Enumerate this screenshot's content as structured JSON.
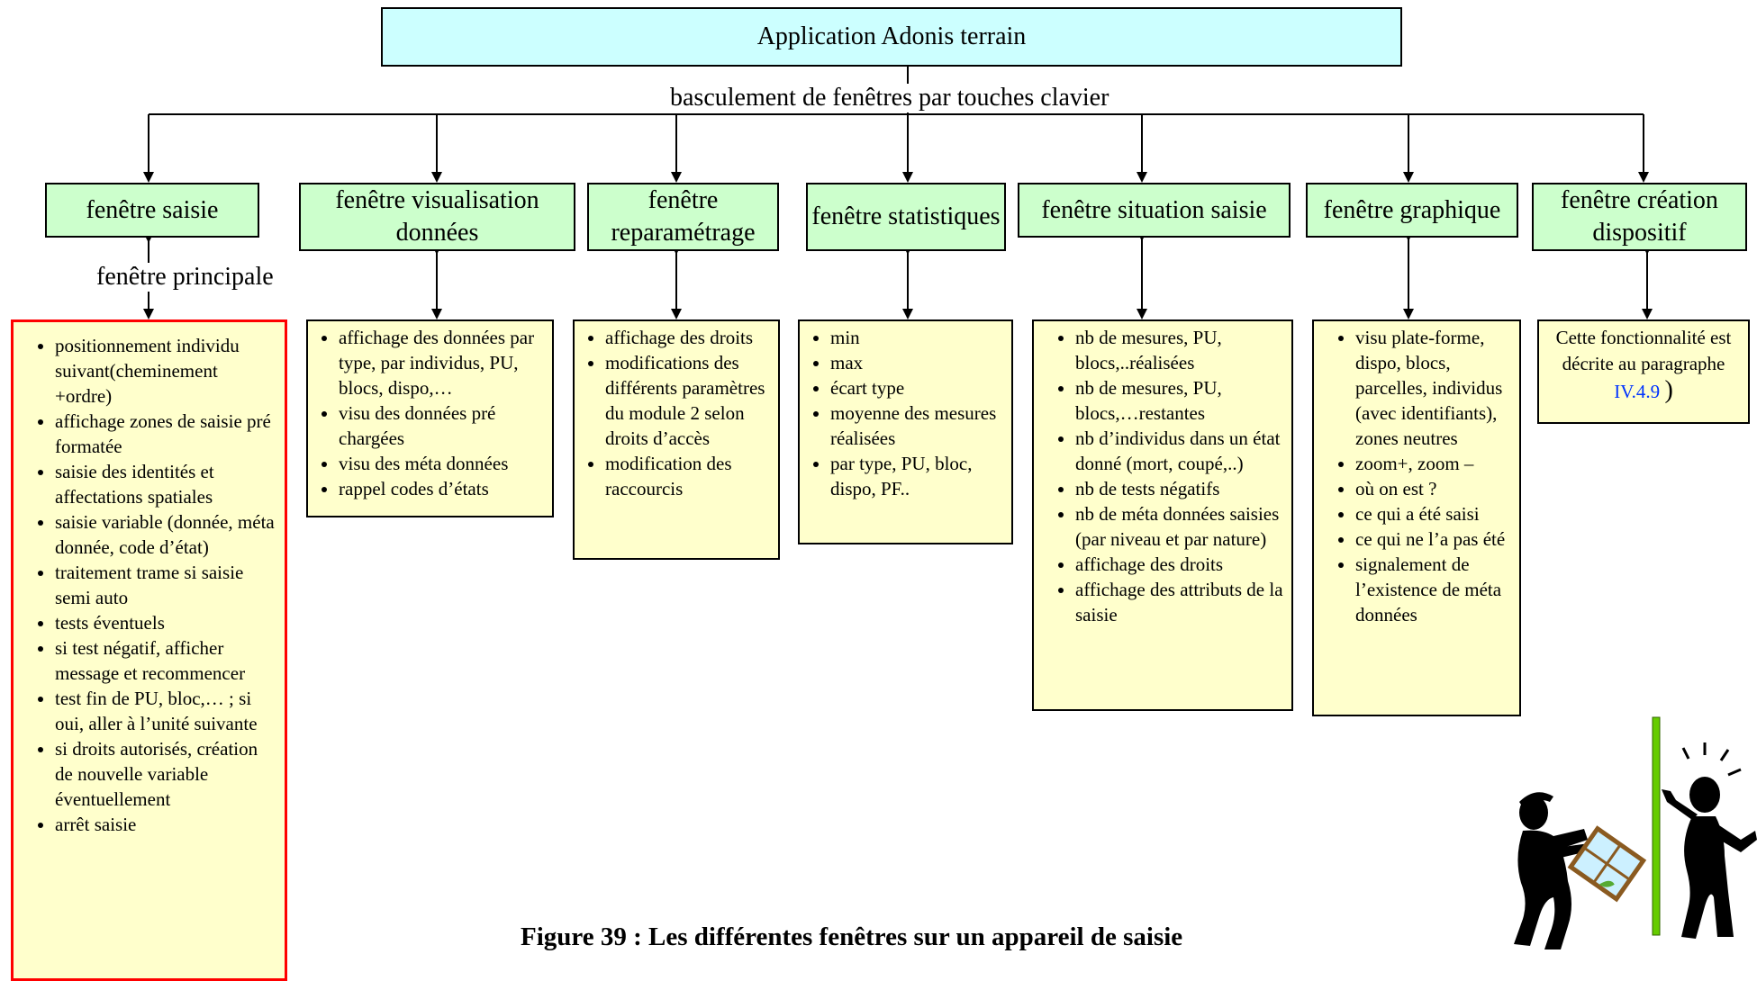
{
  "diagram": {
    "root": "Application Adonis terrain",
    "root_edge_label": "basculement de fenêtres par touches clavier",
    "main_window_label": "fenêtre principale",
    "windows": [
      {
        "title": "fenêtre saisie",
        "items": [
          "positionnement individu suivant(cheminement +ordre)",
          "affichage zones de saisie pré formatée",
          "saisie des identités et affectations spatiales",
          "saisie variable (donnée, méta donnée, code d’état)",
          "traitement trame si saisie semi auto",
          "tests éventuels",
          "si test négatif, afficher message et recommencer",
          "test fin de PU, bloc,… ; si oui, aller à l’unité suivante",
          "si droits autorisés, création de nouvelle variable éventuellement",
          "arrêt saisie"
        ]
      },
      {
        "title": "fenêtre visualisation données",
        "items": [
          "affichage des données par type, par individus, PU, blocs, dispo,…",
          "visu des données pré chargées",
          "visu des méta données",
          "rappel codes d’états"
        ]
      },
      {
        "title": "fenêtre reparamétrage",
        "items": [
          "affichage des droits",
          "modifications des différents paramètres du module 2 selon droits d’accès",
          "modification des raccourcis"
        ]
      },
      {
        "title": "fenêtre statistiques",
        "items": [
          "min",
          "max",
          "écart type",
          "moyenne des mesures réalisées",
          "par type, PU, bloc, dispo, PF.."
        ]
      },
      {
        "title": "fenêtre situation saisie",
        "items": [
          "nb de mesures, PU, blocs,..réalisées",
          "nb de mesures, PU, blocs,…restantes",
          "nb d’individus dans un état donné (mort, coupé,..)",
          "nb de tests négatifs",
          "nb de méta données saisies (par niveau et par nature)",
          "affichage des droits",
          "affichage des attributs de la saisie"
        ]
      },
      {
        "title": "fenêtre graphique",
        "items": [
          "visu plate-forme, dispo, blocs, parcelles, individus (avec identifiants), zones neutres",
          "zoom+, zoom –",
          "où on est ?",
          "ce qui a été saisi",
          "ce qui ne l’a pas été",
          "signalement de l’existence de méta données"
        ]
      },
      {
        "title": "fenêtre création dispositif",
        "note": "Cette fonctionnalité est décrite au paragraphe",
        "note_ref": "IV.4.9",
        "note_paren": ")"
      }
    ],
    "caption": "Figure 39 : Les différentes fenêtres sur un appareil de saisie",
    "colors": {
      "root_fill": "#ccffff",
      "window_fill": "#ccffcc",
      "detail_fill": "#ffffcc",
      "main_detail_border": "#ff0000",
      "reference_link": "#0033ff"
    }
  }
}
